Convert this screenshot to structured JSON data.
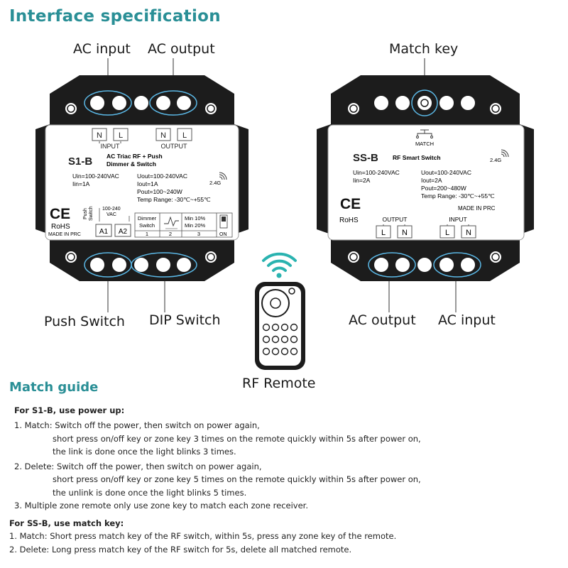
{
  "headings": {
    "interface": "Interface specification",
    "match": "Match guide"
  },
  "callouts": {
    "ac_input_left": "AC input",
    "ac_output_left": "AC output",
    "match_key": "Match key",
    "push_switch": "Push Switch",
    "dip_switch": "DIP Switch",
    "ac_output_right": "AC output",
    "ac_input_right": "AC input",
    "rf_remote": "RF Remote"
  },
  "s1b": {
    "term_n": "N",
    "term_l": "L",
    "input_label": "INPUT",
    "output_label": "OUTPUT",
    "model": "S1-B",
    "desc1": "AC Triac RF + Push",
    "desc2": "Dimmer & Switch",
    "uin": "Uin=100-240VAC",
    "iin": "Iin=1A",
    "uout": "Uout=100-240VAC",
    "iout": "Iout=1A",
    "pout": "Pout=100~240W",
    "temp": "Temp Range: -30℃~+55℃",
    "freq": "2.4G",
    "ce": "CE",
    "rohs": "RoHS",
    "made": "MADE IN PRC",
    "push": "Push",
    "switch": "Switch",
    "vac_range": "100-240",
    "vac": "VAC",
    "a1": "A1",
    "a2": "A2",
    "dimmer": "Dimmer",
    "dswitch": "Switch",
    "dip1": "1",
    "dip2": "2",
    "dip3": "3",
    "min10": "Min 10%",
    "min20": "Min 20%",
    "on": "ON"
  },
  "ssb": {
    "match": "MATCH",
    "model": "SS-B",
    "desc": "RF Smart Switch",
    "freq": "2.4G",
    "uin": "Uin=100-240VAC",
    "iin": "Iin=2A",
    "uout": "Uout=100-240VAC",
    "iout": "Iout=2A",
    "pout": "Pout=200~480W",
    "temp": "Temp Range: -30℃~+55℃",
    "made": "MADE IN PRC",
    "ce": "CE",
    "rohs": "RoHS",
    "output_label": "OUTPUT",
    "input_label": "INPUT",
    "term_l": "L",
    "term_n": "N"
  },
  "guide": {
    "s1b_title": "For S1-B, use power up:",
    "s1b_1a": "1. Match: Switch off the power, then switch on power again,",
    "s1b_1b": "short press on/off key or zone key 3 times on the remote quickly within 5s after power on,",
    "s1b_1c": "the link is done once the light blinks 3 times.",
    "s1b_2a": "2. Delete: Switch off the power, then switch on power again,",
    "s1b_2b": "short press on/off key or zone key 5 times on the remote quickly within 5s after power on,",
    "s1b_2c": "the unlink is done once the light blinks 5 times.",
    "s1b_3": "3. Multiple zone remote only use zone key to match each zone receiver.",
    "ssb_title": "For SS-B, use match key:",
    "ssb_1": "1. Match: Short press match key of the RF switch, within 5s, press any zone key of the remote.",
    "ssb_2": "2. Delete: Long press match key of the RF switch for 5s, delete all matched remote."
  },
  "colors": {
    "accent": "#2a8f96",
    "highlight": "#5bb8e6",
    "device": "#1c1c1c"
  }
}
